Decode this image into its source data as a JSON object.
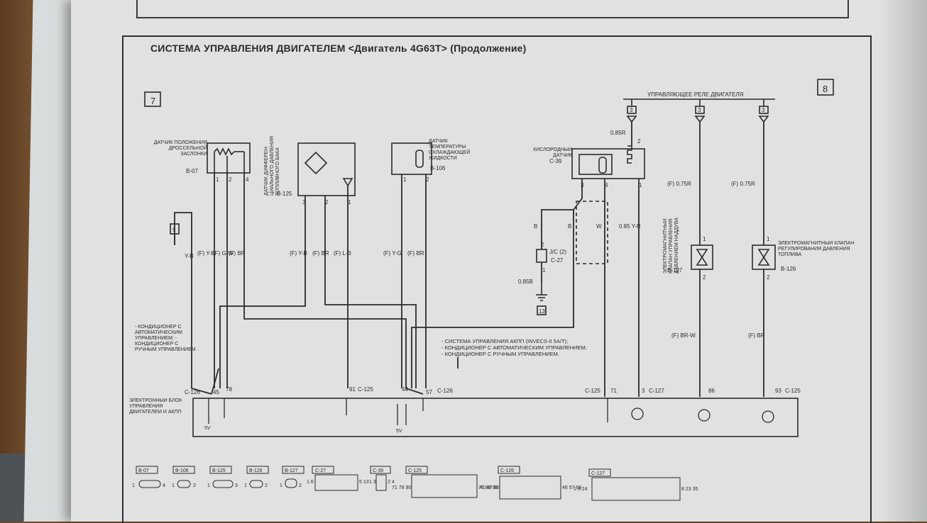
{
  "title": "СИСТЕМА УПРАВЛЕНИЯ ДВИГАТЕЛЕМ <Двигатель 4G63T> (Продолжение)",
  "page_markers": {
    "left": "7",
    "right": "8"
  },
  "relay_header": "УПРАВЛЯЮЩЕЕ РЕЛЕ ДВИГАТЕЛЯ",
  "relay_pins": [
    "3",
    "3",
    "3"
  ],
  "sensors": {
    "throttle": {
      "name": "ДАТЧИК ПОЛОЖЕНИЯ ДРОССЕЛЬНОЙ ЗАСЛОНКИ",
      "connector": "B-07",
      "pins": [
        "1",
        "2",
        "4"
      ]
    },
    "fuel_pressure": {
      "name": "ДАТЧИК ДИФФЕРЕН- ЦИАЛЬНОГО ДАВЛЕНИЯ ТОПЛИВНОГО БАКА",
      "connector": "B-125",
      "pins": [
        "3",
        "2",
        "1"
      ]
    },
    "coolant_temp": {
      "name": "ДАТЧИК ТЕМПЕРАТУРЫ ОХЛАЖДАЮЩЕЙ ЖИДКОСТИ",
      "connector": "B-106",
      "pins": [
        "1",
        "2"
      ]
    },
    "oxygen": {
      "name": "КИСЛОРОДНЫЙ ДАТЧИК",
      "connector": "C-39",
      "pins": [
        "3",
        "4",
        "1",
        "2"
      ]
    }
  },
  "solenoids": {
    "boost": {
      "name": "ЭЛЕКТРОМАГНИТНЫЙ КЛАПАН УПРАВЛЕНИЯ ДАВЛЕНИЕМ НАДДУВА",
      "connector": "B-127",
      "pins": [
        "1",
        "2"
      ]
    },
    "fuel": {
      "name": "ЭЛЕКТРОМАГНИТНЫЙ КЛАПАН РЕГУЛИРОВАНИЯ ДАВЛЕНИЯ ТОПЛИВА",
      "connector": "B-126",
      "pins": [
        "1",
        "2"
      ]
    }
  },
  "wire_labels": {
    "w1": "Y-B",
    "w2": "(F) Y-B",
    "w3": "(F) G-W",
    "w4": "(F) BR",
    "w5": "(F) Y-B",
    "w6": "(F) BR",
    "w7": "(F) L-B",
    "w8": "(F) Y-G",
    "w9": "(F) BR",
    "o2_b1": "B",
    "o2_b2": "B",
    "o2_w": "W",
    "o2_pwr": "0.85 Y-R",
    "o2_top": "0.85R",
    "gnd": "0.85B",
    "s1_top": "(F) 0.75R",
    "s2_top": "(F) 0.75R",
    "s1_bot": "(F) BR-W",
    "s2_bot": "(F) BR"
  },
  "misc": {
    "ground_9": "9",
    "ground_13": "13",
    "jc_connector": "J/C (2)",
    "jc_id": "C-27",
    "jc_pins": [
      "2",
      "1"
    ]
  },
  "notes_left": "- КОНДИЦИОНЕР С АВТОМАТИЧЕСКИМ УПРАВЛЕНИЕМ; - КОНДИЦИОНЕР С РУЧНЫМ УПРАВЛЕНИЕМ.",
  "notes_right": [
    "- СИСТЕМА УПРАВЛЕНИЯ АКПП (INVECS-II 5A/T);",
    "- КОНДИЦИОНЕР С АВТОМАТИЧЕСКИМ УПРАВЛЕНИЕМ;",
    "- КОНДИЦИОНЕР С РУЧНЫМ УПРАВЛЕНИЕМ."
  ],
  "ecu": {
    "name": "ЭЛЕКТРОННЫЙ БЛОК УПРАВЛЕНИЯ ДВИГАТЕЛЕМ И АКПП",
    "terminals": [
      {
        "conn": "C-126",
        "pin": "45"
      },
      {
        "pin": "78"
      },
      {
        "conn": "C-125",
        "pin": "91"
      },
      {
        "pin": "44"
      },
      {
        "conn": "C-126",
        "pin": "57"
      },
      {
        "conn": "C-125",
        "pin": "71"
      },
      {
        "conn": "C-127",
        "pin": "3"
      },
      {
        "pin": "86"
      },
      {
        "conn": "C-125",
        "pin": "93"
      }
    ],
    "supply": "5V"
  },
  "connector_legend": [
    {
      "id": "B-07",
      "left": "1",
      "right": "4"
    },
    {
      "id": "B-106",
      "left": "1",
      "right": "2"
    },
    {
      "id": "B-125",
      "left": "1",
      "right": "3"
    },
    {
      "id": "B-126",
      "left": "1",
      "right": "2"
    },
    {
      "id": "B-127",
      "left": "1",
      "right": "2"
    },
    {
      "id": "C-27",
      "left": "1 6",
      "right": "5 13"
    },
    {
      "id": "C-39",
      "left": "1 3",
      "right": "2 4"
    },
    {
      "id": "C-125",
      "left": "71 78 90",
      "right": "77 89 98"
    },
    {
      "id": "C-126",
      "left": "41 47 56",
      "right": "46 57 66"
    },
    {
      "id": "C-127",
      "left": "1 9 24",
      "right": "8 23 35"
    }
  ]
}
